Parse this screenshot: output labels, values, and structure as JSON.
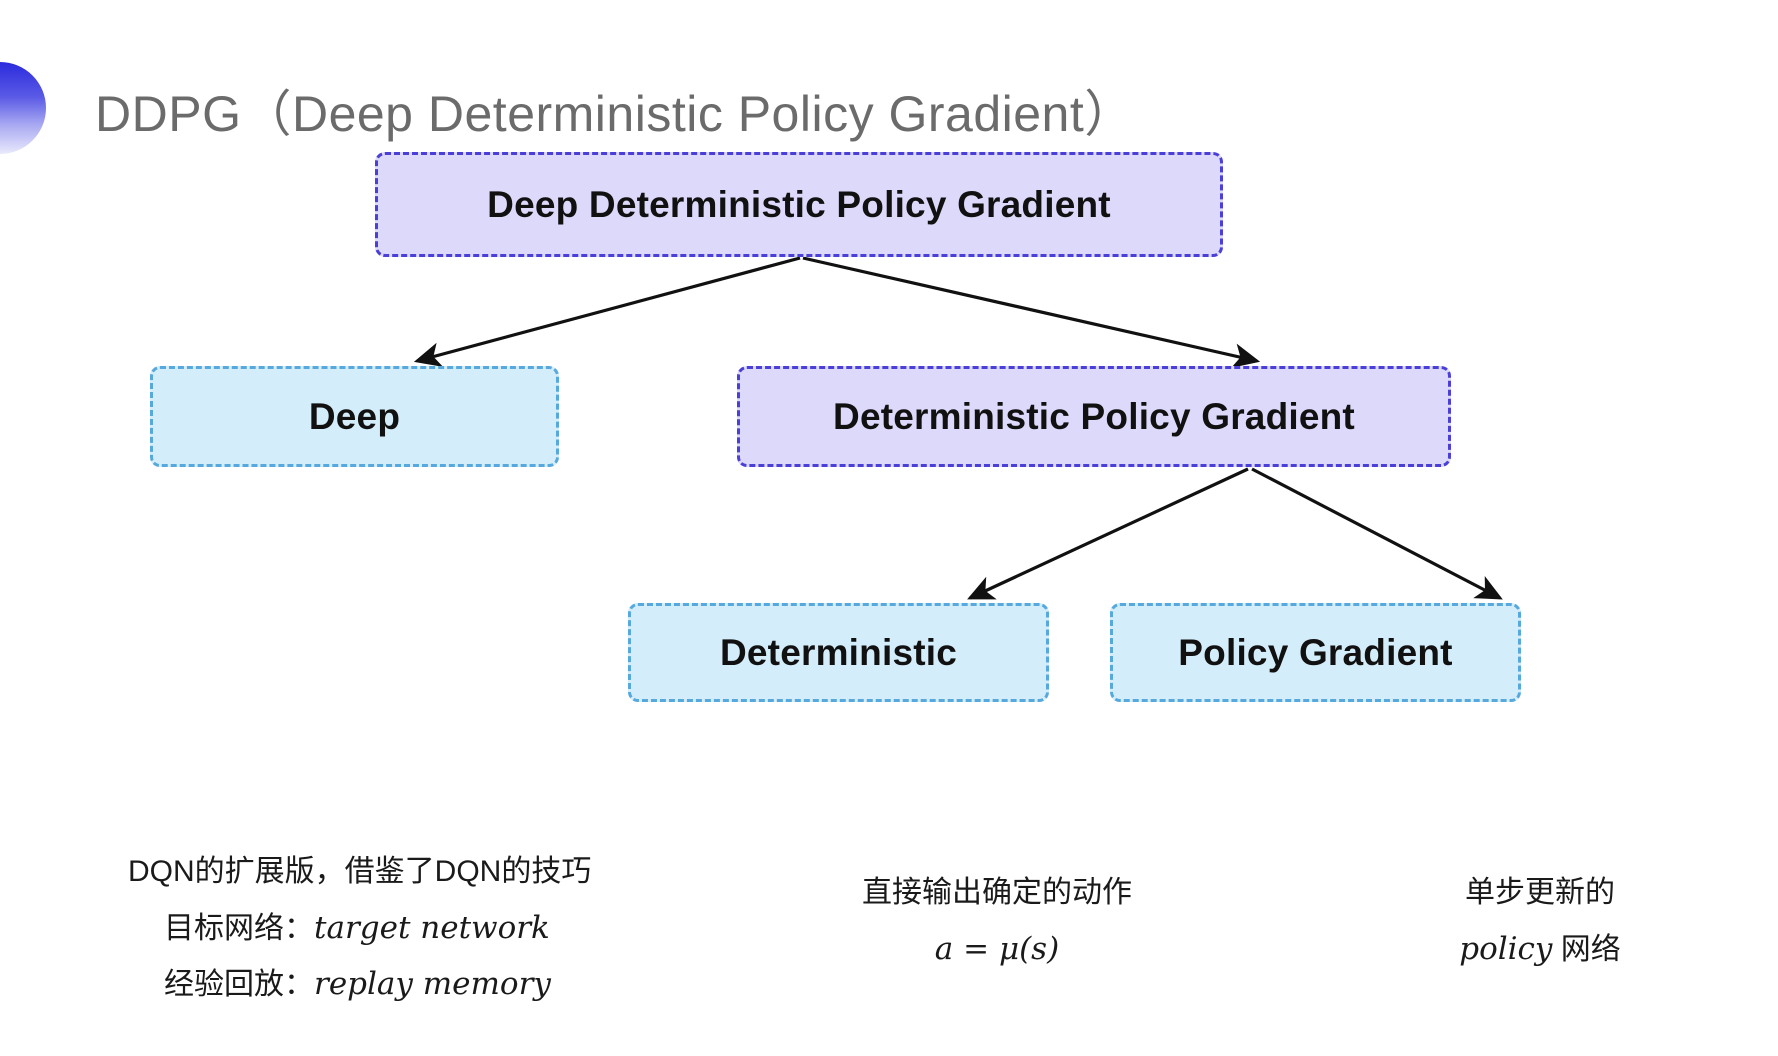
{
  "slide": {
    "title": "DDPG（Deep Deterministic Policy Gradient）",
    "decor_icon": "gradient-half-circle-icon",
    "background_color": "#ffffff",
    "title_color": "#6b6b6b"
  },
  "colors": {
    "purple_fill": "#dcd9fa",
    "purple_border": "#4a3fd6",
    "blue_fill": "#d4edfa",
    "blue_border": "#57a9dd",
    "arrow": "#111111"
  },
  "diagram": {
    "type": "tree",
    "nodes": {
      "root": {
        "label": "Deep Deterministic Policy Gradient",
        "style": "purple"
      },
      "deep": {
        "label": "Deep",
        "style": "blue"
      },
      "dpg": {
        "label": "Deterministic Policy Gradient",
        "style": "purple"
      },
      "deterministic": {
        "label": "Deterministic",
        "style": "blue"
      },
      "policy_gradient": {
        "label": "Policy Gradient",
        "style": "blue"
      }
    },
    "edges": [
      {
        "from": "root",
        "to": "deep"
      },
      {
        "from": "root",
        "to": "dpg"
      },
      {
        "from": "dpg",
        "to": "deterministic"
      },
      {
        "from": "dpg",
        "to": "policy_gradient"
      }
    ]
  },
  "captions": {
    "left": {
      "line1": "DQN的扩展版，借鉴了DQN的技巧",
      "line2_label": "目标网络：",
      "line2_term": "target network",
      "line3_label": "经验回放：",
      "line3_term": "replay memory"
    },
    "middle": {
      "line1": "直接输出确定的动作",
      "formula": "a = μ(s)"
    },
    "right": {
      "line1": "单步更新的",
      "term": "policy",
      "line2_suffix": " 网络"
    }
  }
}
